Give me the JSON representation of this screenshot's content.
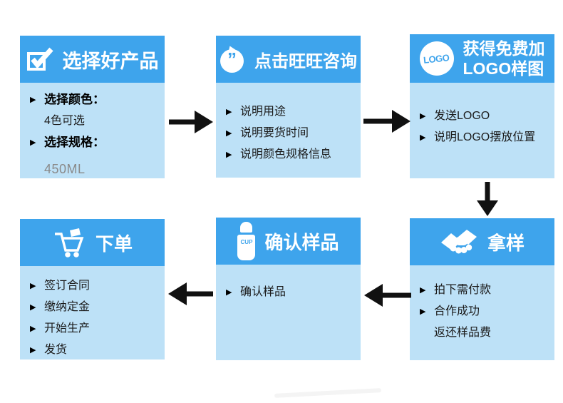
{
  "colors": {
    "header_blue": "#3EA4EC",
    "body_blue": "#BDE1F7",
    "arrow_black": "#111111",
    "muted_gray": "#8a8a8a"
  },
  "icons": {
    "bullet": "▶",
    "chat_quote": "”"
  },
  "boxes": [
    {
      "name": "select-product",
      "title": "选择好产品",
      "icon": "checkbox-icon",
      "items": [
        {
          "text": "选择颜色：",
          "bullet": true,
          "bold": true
        },
        {
          "text": "4色可选",
          "bullet": false,
          "bold": false
        },
        {
          "text": "选择规格：",
          "bullet": true,
          "bold": true
        },
        {
          "text": "450ML",
          "bullet": false,
          "bold": false,
          "muted": true,
          "gap": true
        }
      ]
    },
    {
      "name": "wangwang-consult",
      "title": "点击旺旺咨询",
      "icon": "chat-icon",
      "items": [
        {
          "text": "说明用途",
          "bullet": true
        },
        {
          "text": "说明要货时间",
          "bullet": true
        },
        {
          "text": "说明颜色规格信息",
          "bullet": true
        }
      ]
    },
    {
      "name": "free-logo-sample",
      "title_lines": [
        "获得免费加",
        "LOGO样图"
      ],
      "icon": "logo-icon",
      "icon_text": "LOGO",
      "items": [
        {
          "text": "发送LOGO",
          "bullet": true
        },
        {
          "text": "说明LOGO摆放位置",
          "bullet": true
        }
      ]
    },
    {
      "name": "get-sample",
      "title": "拿样",
      "icon": "handshake-icon",
      "items": [
        {
          "text": "拍下需付款",
          "bullet": true
        },
        {
          "text": "合作成功",
          "bullet": true
        },
        {
          "text": "返还样品费",
          "bullet": false
        }
      ]
    },
    {
      "name": "confirm-sample",
      "title": "确认样品",
      "icon": "cup-icon",
      "icon_text": "CUP",
      "items": [
        {
          "text": "确认样品",
          "bullet": true
        }
      ]
    },
    {
      "name": "place-order",
      "title": "下单",
      "icon": "cart-icon",
      "items": [
        {
          "text": "签订合同",
          "bullet": true
        },
        {
          "text": "缴纳定金",
          "bullet": true
        },
        {
          "text": "开始生产",
          "bullet": true
        },
        {
          "text": "发货",
          "bullet": true
        }
      ]
    }
  ]
}
